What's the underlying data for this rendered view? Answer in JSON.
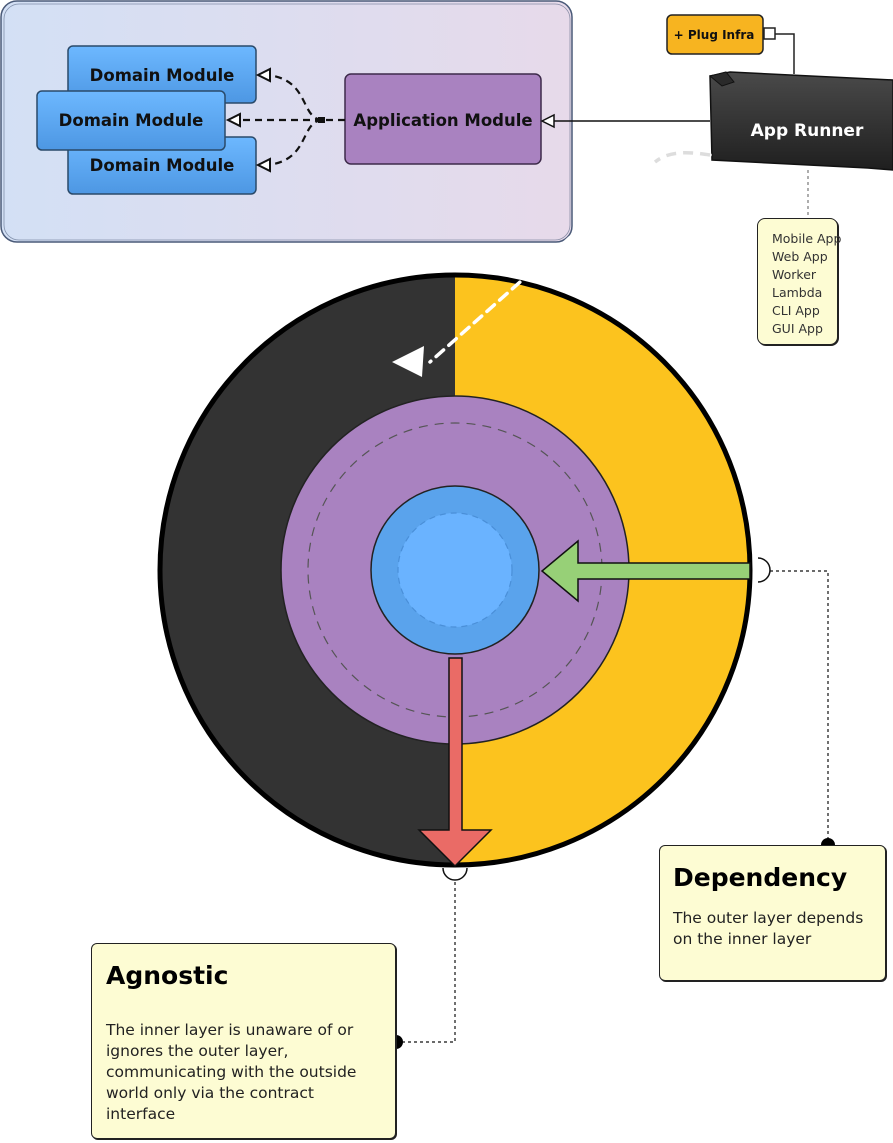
{
  "modules": {
    "domain_modules": [
      "Domain Module",
      "Domain Module",
      "Domain Module"
    ],
    "application_module": "Application Module"
  },
  "runner": {
    "plug_label": "+ Plug Infra",
    "app_runner_label": "App Runner",
    "app_types": [
      "Mobile App",
      "Web App",
      "Worker",
      "Lambda",
      "CLI App",
      "GUI App"
    ]
  },
  "notes": {
    "dependency": {
      "title": "Dependency",
      "text": "The outer layer depends on the inner layer"
    },
    "agnostic": {
      "title": "Agnostic",
      "text": "The inner layer is unaware of or ignores the outer layer, communicating with the outside world only via the contract interface"
    }
  },
  "colors": {
    "domain_blue": "#5aa8f0",
    "application_purple": "#a982c0",
    "runner_black": "#333333",
    "infra_yellow": "#fcc31e",
    "dependency_arrow_green": "#97d077",
    "agnostic_arrow_red": "#ea6b66",
    "note_yellow": "#fdfcd3",
    "group_background": "#dde4f2"
  }
}
